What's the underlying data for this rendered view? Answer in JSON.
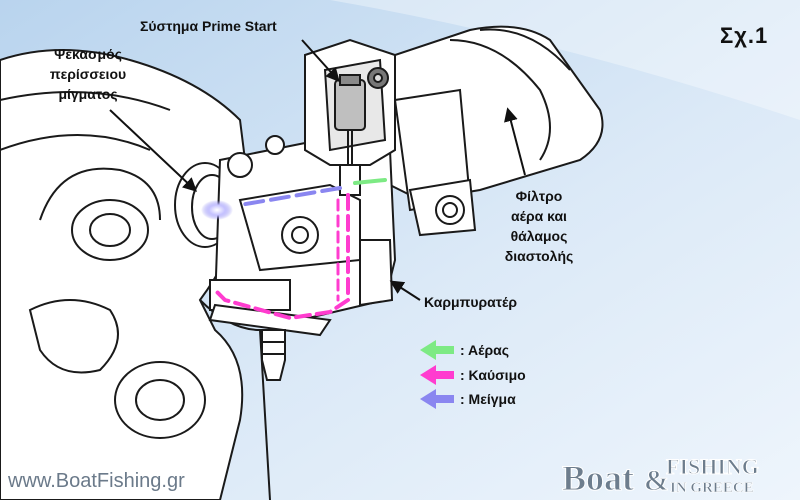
{
  "figure_label": "Σχ.1",
  "callouts": {
    "prime_start": "Σύστημα Prime Start",
    "excess_spray": [
      "Ψεκασμός",
      "περίσσειου",
      "μίγματος"
    ],
    "air_filter": [
      "Φίλτρο",
      "αέρα και",
      "θάλαμος",
      "διαστολής"
    ],
    "carburetor": "Καρμπυρατέρ"
  },
  "legend": [
    {
      "label": ": Αέρας",
      "color": "#7dea84",
      "meaning": "air"
    },
    {
      "label": ": Καύσιμο",
      "color": "#ff3ccf",
      "meaning": "fuel"
    },
    {
      "label": ": Μείγμα",
      "color": "#8a86f0",
      "meaning": "mixture"
    }
  ],
  "watermark": "www.BoatFishing.gr",
  "brand": {
    "line1": "Boat",
    "amp": "&",
    "line2_top": "FISHING",
    "line2_bottom": "IN GREECE"
  },
  "colors": {
    "background": "#c9dff3",
    "line": "#1a1a1a",
    "part_fill": "#ffffff"
  }
}
